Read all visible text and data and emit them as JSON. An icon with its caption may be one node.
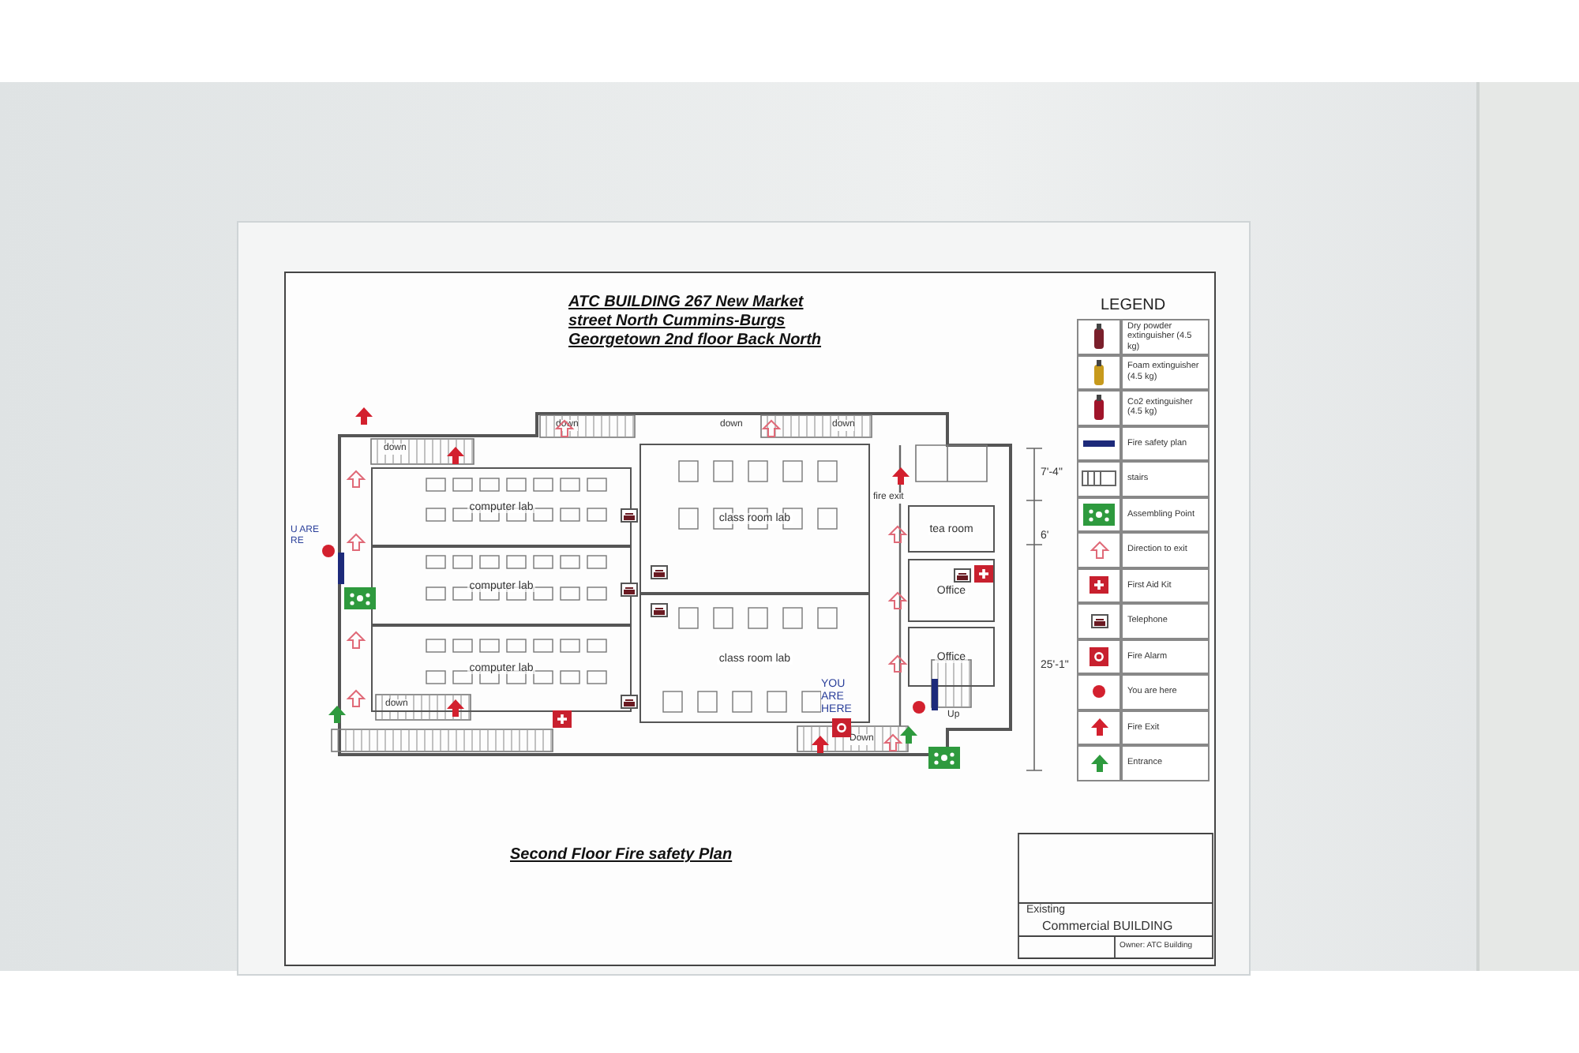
{
  "diagram": {
    "title": "ATC BUILDING 267 New Market street North Cummins-Burgs Georgetown 2nd floor Back North",
    "caption": "Second Floor Fire safety Plan",
    "nodes": [
      {
        "text": [
          "computer lab"
        ]
      },
      {
        "text": [
          "computer lab"
        ]
      },
      {
        "text": [
          "computer lab"
        ]
      },
      {
        "text": [
          "class room lab"
        ]
      },
      {
        "text": [
          "class room lab"
        ]
      },
      {
        "text": [
          "tea room"
        ]
      },
      {
        "text": [
          "Office"
        ]
      },
      {
        "text": [
          "Office"
        ]
      }
    ],
    "edges": [],
    "labels": [
      "LEGEND",
      "U ARE RE",
      "down",
      "down",
      "down",
      "down",
      "fire exit",
      "7'-4\"",
      "6'",
      "25'-1\"",
      "YOU ARE HERE",
      "down",
      "Up",
      "Down",
      "Existing",
      "Commercial BUILDING",
      "Owner: ATC Building"
    ],
    "legend": [
      {
        "text": "Dry powder extinguisher (4.5 kg)"
      },
      {
        "text": "Foam extinguisher (4.5 kg)"
      },
      {
        "text": "Co2 extinguisher (4.5 kg)"
      },
      {
        "text": "Fire safety plan"
      },
      {
        "text": "stairs"
      },
      {
        "text": "Assembling Point"
      },
      {
        "text": "Direction to exit"
      },
      {
        "text": "First Aid Kit"
      },
      {
        "text": "Telephone"
      },
      {
        "text": "Fire Alarm"
      },
      {
        "text": "You are here"
      },
      {
        "text": "Fire Exit"
      },
      {
        "text": "Entrance"
      }
    ]
  }
}
